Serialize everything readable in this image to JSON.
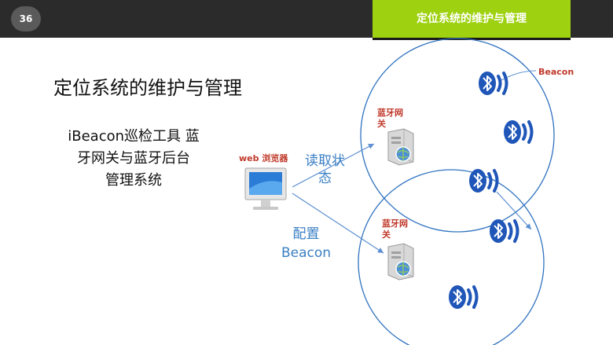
{
  "header": {
    "page_number": "36",
    "section_title": "定位系统的维护与管理"
  },
  "slide": {
    "title": "定位系统的维护与管理",
    "subtitle_lines": [
      "iBeacon巡检工具 蓝",
      "牙网关与蓝牙后台",
      "管理系统"
    ]
  },
  "diagram": {
    "beacon_label": "Beacon",
    "browser_label": "web 浏览器",
    "gateway_top_label": "蓝牙网\n关",
    "gateway_bottom_label": "蓝牙网\n关",
    "read_status_label": "读取状\n态",
    "config_label": "配置\nBeacon"
  },
  "colors": {
    "topbar": "#2b2b2b",
    "accent_green": "#9ed10f",
    "circle_stroke": "#2f72c0",
    "arrow": "#5b8fd1",
    "bluetooth": "#1f56b8",
    "red_label": "#c0392b"
  },
  "icons": [
    "bluetooth-icon",
    "computer-monitor-icon",
    "server-tower-icon"
  ]
}
